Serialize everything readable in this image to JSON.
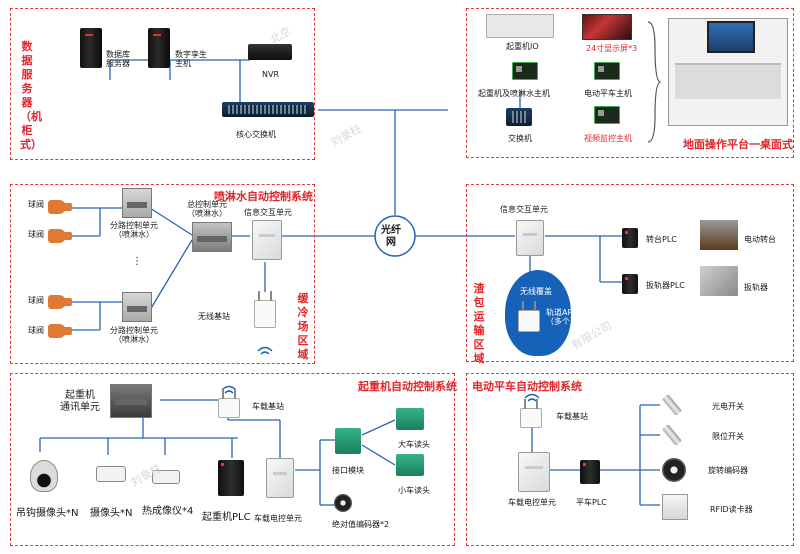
{
  "server_room": {
    "title": "数据服务器（机柜式）",
    "db_server": "数据库\n服务器",
    "dvr": "数字孪生\n主机",
    "nvr": "NVR",
    "core_switch": "核心交换机"
  },
  "ground_platform": {
    "title": "地面操作平台一桌面式",
    "crane_io": "起重机IO",
    "monitor": "24寸显示屏*3",
    "crane_host": "起重机及喷淋水主机",
    "trolley_host": "电动平车主机",
    "switch": "交换机",
    "video_host": "视频监控主机"
  },
  "spray_system": {
    "title": "喷淋水自动控制系统",
    "valve": "球阀",
    "branch_unit": "分路控制单元\n（喷淋水）",
    "dots": "⋮",
    "main_unit": "总控制单元\n（喷淋水）",
    "info_unit": "信息交互单元",
    "wireless_base": "无线基站"
  },
  "buffer_area": {
    "title": "缓冷场区域"
  },
  "fiber": {
    "title": "光纤\n网"
  },
  "slag_area": {
    "title": "渣包运输区域",
    "info_unit": "信息交互单元",
    "coverage": "无线覆盖",
    "ap": "轨道AP\n（多个）",
    "turntable_plc": "转台PLC",
    "turntable": "电动转台",
    "rail_plc": "扳轨器PLC",
    "rail_switch": "扳轨器"
  },
  "crane_system": {
    "title": "起重机自动控制系统",
    "comm_unit": "起重机\n通讯单元",
    "car_base": "车载基站",
    "hook_camera": "吊钩摄像头*N",
    "camera": "摄像头*N",
    "thermal": "热成像仪*4",
    "crane_plc": "起重机PLC",
    "car_control": "车载电控单元",
    "interface": "接口模块",
    "big_reader": "大车读头",
    "small_reader": "小车读头",
    "abs_encoder": "绝对值编码器*2"
  },
  "trolley_system": {
    "title": "电动平车自动控制系统",
    "car_base": "车载基站",
    "car_control": "车载电控单元",
    "plc": "平车PLC",
    "photo_switch": "光电开关",
    "limit_switch": "限位开关",
    "rotary_encoder": "旋转编码器",
    "rfid": "RFID读卡器"
  },
  "watermarks": [
    "北京",
    "刘录柱",
    "有限公司",
    "刘录柱"
  ],
  "colors": {
    "accent": "#e0262b",
    "line": "#2b63b6",
    "coverage": "#1662b8"
  }
}
